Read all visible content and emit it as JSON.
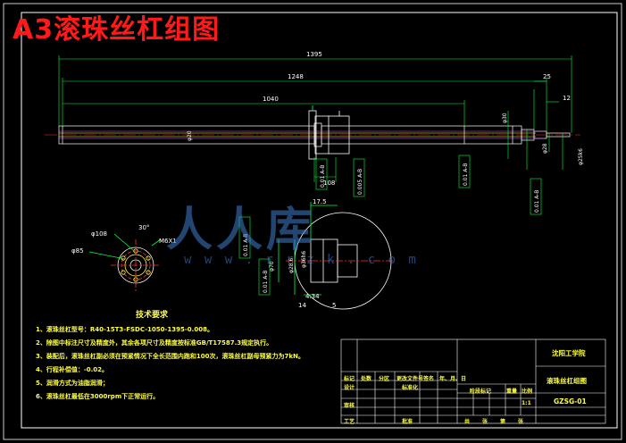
{
  "header": {
    "title": "A3滚珠丝杠组图"
  },
  "watermark": {
    "text": "人人库",
    "url": "w w w . r r z k . c o m"
  },
  "dimensions": {
    "overall_length": "1395",
    "length_1248": "1248",
    "length_1040": "1040",
    "dim_25": "25",
    "dim_12": "12",
    "dim_108": "108",
    "dia_30": "φ30",
    "dia_28": "φ28",
    "dia_25": "φ25k6",
    "dia_20": "φ20",
    "dia_85": "φ85",
    "dia_108": "φ108",
    "angle_30": "30°",
    "thread_m6": "M6X1",
    "dim_17_5": "17.5",
    "dim_14": "14",
    "dim_4_34": "4.34",
    "dim_5": "5",
    "dia_70": "φ70",
    "dia_28_6": "φ28.6",
    "dia_36": "φ36h6"
  },
  "tolerances": {
    "tol_1": "0.01 A-B",
    "tol_2": "0.01 A-B",
    "tol_3": "0.005 A-B",
    "tol_4": "0.01 A-B",
    "tol_5": "0.01 A-B",
    "tol_6": "0.01 A-B"
  },
  "tech": {
    "title": "技术要求",
    "items": [
      "1、滚珠丝杠型号：R40-15T3-FSDC-1050-1395-0.008。",
      "2、除图中标注尺寸及精度外，其余各项尺寸及精度按标准GB/T17587.3规定执行。",
      "3、装配后，滚珠丝杠副必须在预紧情况下全长范围内跑和100次，滚珠丝杠副母预紧力为7kN。",
      "4、行程补偿值：-0.02。",
      "5、润滑方式为油脂润滑；",
      "6、滚珠丝杠最低在3000rpm下正常运行。"
    ]
  },
  "titleblock": {
    "school": "沈阳工学院",
    "drawing_name": "滚珠丝杠组图",
    "drawing_no": "GZSG-01",
    "scale": "1:1",
    "rev_labels": [
      "标记",
      "处数",
      "分区",
      "更改文件号",
      "签名",
      "年、月、日"
    ],
    "row_design": [
      "设计",
      "",
      "标准化",
      ""
    ],
    "row_check": [
      "审核",
      ""
    ],
    "row_proc": [
      "工艺",
      "",
      "批准",
      ""
    ],
    "stage_label": "阶段标记",
    "weight_label": "重量",
    "scale_label": "比例",
    "sheet_info": [
      "共",
      "张",
      "第",
      "张"
    ]
  }
}
